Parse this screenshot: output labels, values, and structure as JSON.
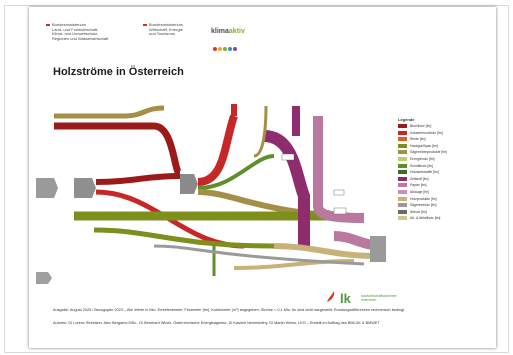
{
  "header": {
    "logo_left_lines": [
      "Bundesministerium",
      "Land- und Forstwirtschaft,",
      "Klima- und Umweltschutz,",
      "Regionen und Wasserwirtschaft"
    ],
    "logo_mid_lines": [
      "Bundesministerium",
      "Wirtschaft, Energie",
      "und Tourismus"
    ],
    "klima_prefix": "klima",
    "klima_suffix": "aktiv",
    "dot_colors": [
      "#e4332d",
      "#f5a623",
      "#7ab32e",
      "#2f8fd1",
      "#7b4fa6"
    ]
  },
  "title": "Holzströme in Österreich",
  "colors": {
    "darkred": "#9b1b1b",
    "red": "#c62828",
    "olive": "#7e8f1e",
    "khaki": "#a58f47",
    "purple": "#8e2c6e",
    "mauve": "#b9789f",
    "grey": "#9a9a9a",
    "tan": "#c8b27a",
    "green": "#5e8f2a",
    "lightgreen": "#b9cf6c"
  },
  "legend": {
    "title": "Legende",
    "items": [
      {
        "label": "Blochholz [fm]",
        "color": "#9b1b1b"
      },
      {
        "label": "Industrierundholz [fm]",
        "color": "#c62828"
      },
      {
        "label": "Rinde [fm]",
        "color": "#d8612b"
      },
      {
        "label": "Hackgut/Span [fm]",
        "color": "#7e8f1e"
      },
      {
        "label": "Sägenebenprodukte [fm]",
        "color": "#a58f47"
      },
      {
        "label": "Energieholz [fm]",
        "color": "#b9cf6c"
      },
      {
        "label": "Schnittholz [fm]",
        "color": "#5e8f2a"
      },
      {
        "label": "Holzwerkstoffe [fm]",
        "color": "#3f6b2a"
      },
      {
        "label": "Zellstoff [fm]",
        "color": "#8e2c6e"
      },
      {
        "label": "Papier [fm]",
        "color": "#b9789f"
      },
      {
        "label": "Ablauge [fm]",
        "color": "#c98fb8"
      },
      {
        "label": "Holzprodukte [fm]",
        "color": "#c8b27a"
      },
      {
        "label": "Sägerestholz [fm]",
        "color": "#9a9a9a"
      },
      {
        "label": "Altholz [fm]",
        "color": "#6b6b6b"
      },
      {
        "label": "Alt- & Abfallholz [fm]",
        "color": "#d4c58c"
      }
    ]
  },
  "footer": {
    "line1": "Ausgabe: August 2025 / Bezugsjahr 2023 – Alle Werte in Mio. Erntefestmeter, Festmeter (fm), Kubikmeter (m³) angegeben; Ströme < 0,1 Mio. fm sind nicht dargestellt; Rundungsdifferenzen rechnerisch bedingt",
    "line2": "Autoren: DI Lorenz Strimitzer, Alex Bergamo MSc., DI Bernhard Wlcek, Österreichische Energieagentur, DI Kasimir Nemestothy, DI Martin Weiss, LKÖ – Erstellt im Auftrag des BMLUK & BMWET"
  },
  "lk_logo": {
    "mark": "lk",
    "text_lines": [
      "landwirtschaftskammer",
      "österreich"
    ]
  }
}
